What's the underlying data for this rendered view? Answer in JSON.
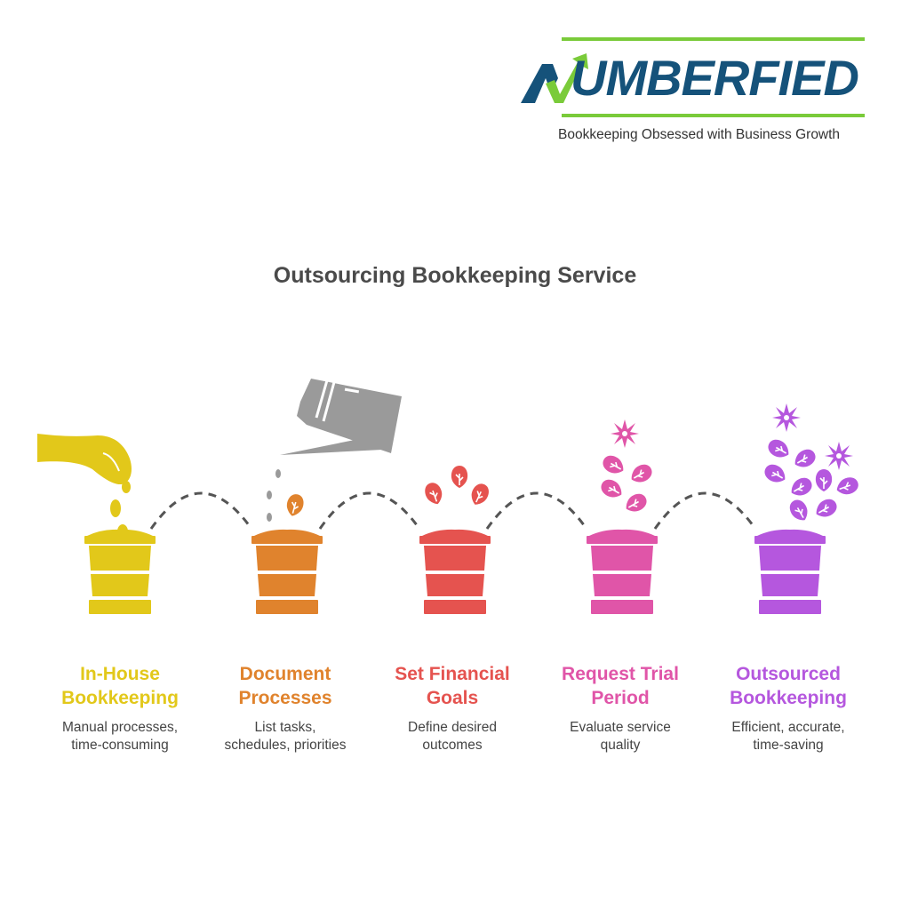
{
  "logo": {
    "wordmark": "UMBERFIED",
    "brand_name": "NUMBERFIED",
    "tagline": "Bookkeeping Obsessed with Business Growth",
    "colors": {
      "primary": "#15527A",
      "accent": "#7ACB3A"
    }
  },
  "title": "Outsourcing Bookkeeping Service",
  "steps": [
    {
      "title_line1": "In-House",
      "title_line2": "Bookkeeping",
      "desc_line1": "Manual processes,",
      "desc_line2": "time-consuming",
      "color": "#E2C81A",
      "icon": "hand-dropping-seeds-icon"
    },
    {
      "title_line1": "Document",
      "title_line2": "Processes",
      "desc_line1": "List tasks,",
      "desc_line2": "schedules, priorities",
      "color": "#E0832D",
      "icon": "watering-can-sprout-icon"
    },
    {
      "title_line1": "Set Financial",
      "title_line2": "Goals",
      "desc_line1": "Define desired",
      "desc_line2": "outcomes",
      "color": "#E5534F",
      "icon": "seedling-leaves-icon"
    },
    {
      "title_line1": "Request Trial",
      "title_line2": "Period",
      "desc_line1": "Evaluate service",
      "desc_line2": "quality",
      "color": "#E055A8",
      "icon": "budding-plant-icon"
    },
    {
      "title_line1": "Outsourced",
      "title_line2": "Bookkeeping",
      "desc_line1": "Efficient, accurate,",
      "desc_line2": "time-saving",
      "color": "#B557DE",
      "icon": "blooming-plant-icon"
    }
  ]
}
